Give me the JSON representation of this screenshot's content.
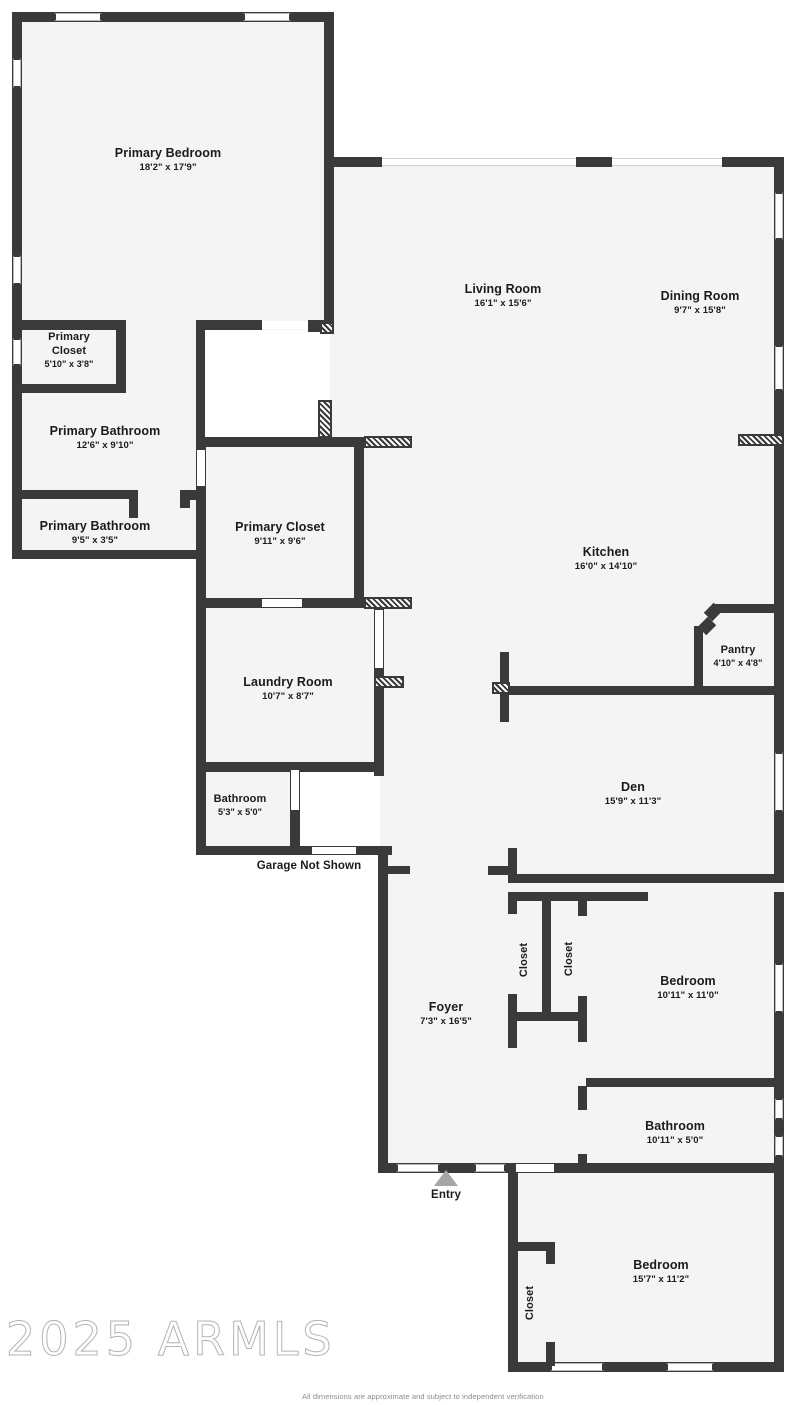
{
  "document": {
    "kind": "real-estate-floor-plan",
    "watermark": "2025 ARMLS",
    "disclaimer": "All dimensions are approximate and subject to independent verification",
    "colors": {
      "wall": "#3a3a3a",
      "floor": "#f4f4f4",
      "background": "#ffffff",
      "text": "#1b1b1b",
      "entry_marker": "#a6a6a6",
      "watermark": "#9a9a9a"
    }
  },
  "rooms": [
    {
      "id": "primary-bedroom",
      "name": "Primary Bedroom",
      "dimensions": "18'2\" x 17'9\""
    },
    {
      "id": "primary-closet-1",
      "name": "Primary Closet",
      "dimensions": "5'10\" x 3'8\""
    },
    {
      "id": "primary-bathroom-1",
      "name": "Primary Bathroom",
      "dimensions": "12'6\" x 9'10\""
    },
    {
      "id": "primary-bathroom-2",
      "name": "Primary Bathroom",
      "dimensions": "9'5\" x 3'5\""
    },
    {
      "id": "primary-closet-2",
      "name": "Primary Closet",
      "dimensions": "9'11\" x 9'6\""
    },
    {
      "id": "laundry-room",
      "name": "Laundry Room",
      "dimensions": "10'7\" x 8'7\""
    },
    {
      "id": "bathroom-hall",
      "name": "Bathroom",
      "dimensions": "5'3\" x 5'0\""
    },
    {
      "id": "living-room",
      "name": "Living Room",
      "dimensions": "16'1\" x 15'6\""
    },
    {
      "id": "dining-room",
      "name": "Dining Room",
      "dimensions": "9'7\" x 15'8\""
    },
    {
      "id": "kitchen",
      "name": "Kitchen",
      "dimensions": "16'0\" x 14'10\""
    },
    {
      "id": "pantry",
      "name": "Pantry",
      "dimensions": "4'10\" x 4'8\""
    },
    {
      "id": "den",
      "name": "Den",
      "dimensions": "15'9\" x 11'3\""
    },
    {
      "id": "foyer",
      "name": "Foyer",
      "dimensions": "7'3\" x 16'5\""
    },
    {
      "id": "closet-a",
      "name": "Closet",
      "dimensions": ""
    },
    {
      "id": "closet-b",
      "name": "Closet",
      "dimensions": ""
    },
    {
      "id": "bedroom-2",
      "name": "Bedroom",
      "dimensions": "10'11\" x 11'0\""
    },
    {
      "id": "bathroom-2",
      "name": "Bathroom",
      "dimensions": "10'11\" x 5'0\""
    },
    {
      "id": "bedroom-3",
      "name": "Bedroom",
      "dimensions": "15'7\" x 11'2\""
    },
    {
      "id": "closet-c",
      "name": "Closet",
      "dimensions": ""
    }
  ],
  "annotations": {
    "garage_note": "Garage Not Shown",
    "entry_label": "Entry"
  }
}
